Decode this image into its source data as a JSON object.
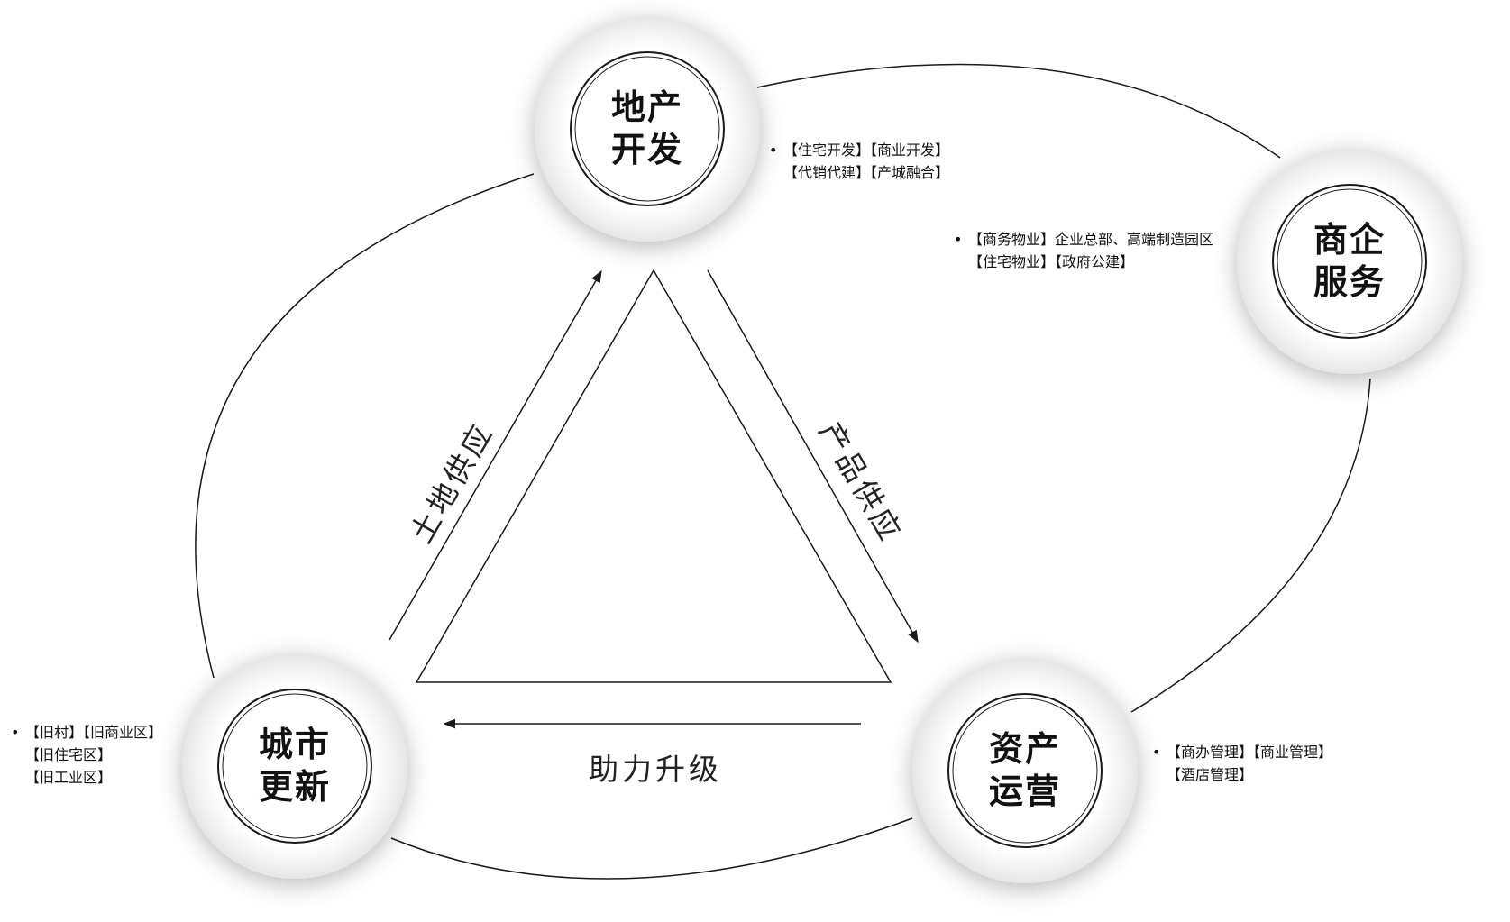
{
  "nodes": {
    "real_estate": {
      "line1": "地产",
      "line2": "开发"
    },
    "business": {
      "line1": "商企",
      "line2": "服务"
    },
    "urban": {
      "line1": "城市",
      "line2": "更新"
    },
    "asset": {
      "line1": "资产",
      "line2": "运营"
    }
  },
  "flows": {
    "land": "土地供应",
    "product": "产品供应",
    "upgrade": "助力升级"
  },
  "descriptions": {
    "real_estate": [
      "【住宅开发】【商业开发】",
      "【代销代建】【产城融合】"
    ],
    "business": [
      "【商务物业】企业总部、高端制造园区",
      "【住宅物业】【政府公建】"
    ],
    "urban": [
      "【旧村】【旧商业区】",
      "【旧住宅区】",
      "【旧工业区】"
    ],
    "asset": [
      "【商办管理】【商业管理】",
      "【酒店管理】"
    ]
  },
  "colors": {
    "line": "#1a1a1a",
    "text": "#111111",
    "bubble_shadow": "#d6d6d6"
  }
}
